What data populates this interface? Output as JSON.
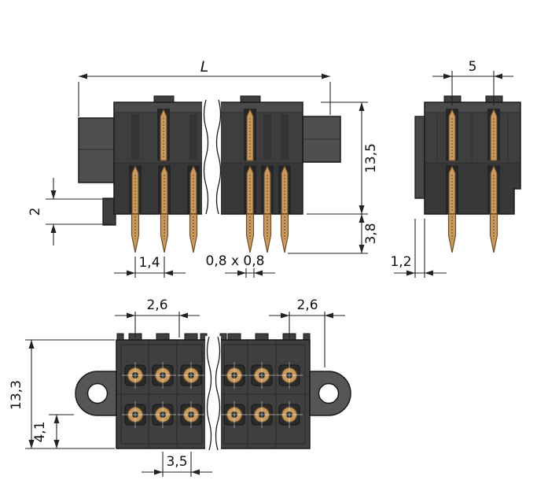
{
  "drawing_type": "connector-dimension-drawing",
  "colors": {
    "background": "#ffffff",
    "body_dark": "#3e3e3e",
    "body_band": "#383838",
    "body_rim": "#4a4a4a",
    "flange_gray": "#4f4f4f",
    "slot_dark": "#262626",
    "pin_gold": "#c99a5f",
    "pin_edge": "#6b4f28",
    "outline": "#1a1a1a",
    "dimension_line": "#222222"
  },
  "views": {
    "front": {
      "dims": {
        "length": "L",
        "body_height": "13,5",
        "pin_protrusion": "3,8",
        "foot_height": "2",
        "pin_pitch": "1,4",
        "pin_cross_section": "0,8 x 0,8"
      }
    },
    "side": {
      "dims": {
        "pin_spacing": "5",
        "latch_depth": "1,2"
      }
    },
    "bottom": {
      "dims": {
        "pitch_left": "2,6",
        "pitch_right": "2,6",
        "overall_height": "13,3",
        "row_offset": "4,1",
        "hole_pitch": "3,5"
      }
    }
  }
}
